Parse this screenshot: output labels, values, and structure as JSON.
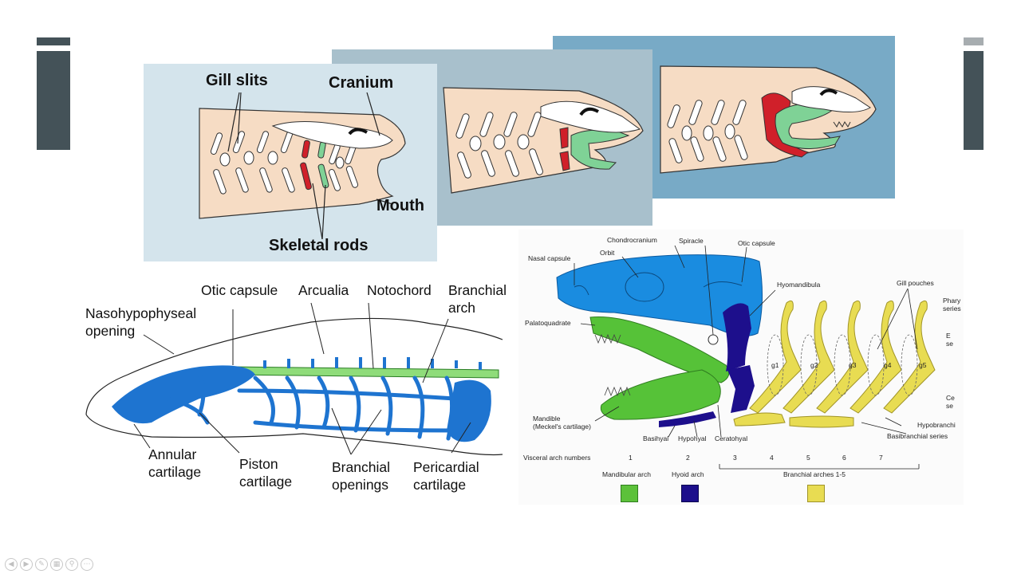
{
  "slide": {
    "panel_gills": {
      "labels": {
        "gill_slits": "Gill slits",
        "cranium": "Cranium",
        "mouth": "Mouth",
        "skeletal_rods": "Skeletal rods"
      }
    },
    "lamprey": {
      "labels": {
        "nasohypophyseal": "Nasohypophyseal\nopening",
        "otic_capsule": "Otic capsule",
        "arcualia": "Arcualia",
        "notochord": "Notochord",
        "branchial_arch": "Branchial\narch",
        "annular": "Annular\ncartilage",
        "piston": "Piston\ncartilage",
        "branchial_openings": "Branchial\nopenings",
        "pericardial": "Pericardial\ncartilage"
      }
    },
    "shark": {
      "labels": {
        "chondrocranium": "Chondrocranium",
        "spiracle": "Spiracle",
        "otic_capsule": "Otic capsule",
        "nasal_capsule": "Nasal capsule",
        "orbit": "Orbit",
        "hyomandibula": "Hyomandibula",
        "gill_pouches": "Gill pouches",
        "pharyngo_series": "Phary\nseries",
        "palatoquadrate": "Palatoquadrate",
        "epi_series": "E\nse",
        "mandible": "Mandible\n(Meckel's cartilage)",
        "cerato_series": "Ce\nse",
        "basihyal": "Basihyal",
        "hypohyal": "Hypohyal",
        "ceratohyal": "Ceratohyal",
        "hypobranchial": "Hypobranchi",
        "basibranchial": "Basibranchial series",
        "visceral_arch_numbers": "Visceral arch numbers",
        "mandibular_arch": "Mandibular arch",
        "hyoid_arch": "Hyoid arch",
        "branchial_arches": "Branchial arches 1-5"
      },
      "pouches": [
        "g1",
        "g2",
        "g3",
        "g4",
        "g5"
      ],
      "arch_numbers": [
        "1",
        "2",
        "3",
        "4",
        "5",
        "6",
        "7"
      ],
      "legend_colors": {
        "mandibular": "#5cc13a",
        "hyoid": "#1d0f8c",
        "branchial": "#e8dc52"
      }
    },
    "colors": {
      "skin": "#f6dcc4",
      "cranium": "#ffffff",
      "red_rod": "#d0202a",
      "green_rod": "#7fd296",
      "lamprey_blue": "#1e74d0",
      "notochord_green": "#8fdc7a",
      "shark_blue": "#1a8ce0",
      "shark_green": "#56c238",
      "shark_navy": "#1d0f8c",
      "shark_yellow": "#e8dc52",
      "panel_bg_1": "#d4e4ec",
      "panel_bg_2": "#a8c0cc",
      "panel_bg_3": "#78aac6",
      "deco_bar": "#445258"
    }
  }
}
